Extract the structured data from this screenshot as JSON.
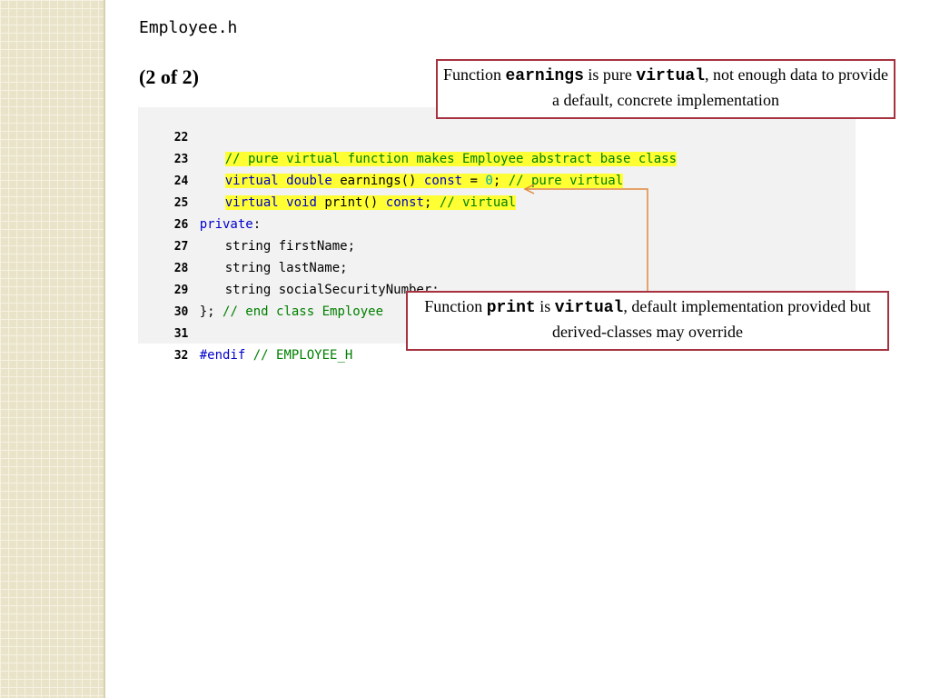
{
  "slide": {
    "title": "Employee.h",
    "subtitle": "(2 of 2)"
  },
  "code": {
    "lines": [
      {
        "no": "22"
      },
      {
        "no": "23",
        "comment": "// pure virtual function makes Employee abstract base class"
      },
      {
        "no": "24",
        "kw1": "virtual",
        "kw2": "double",
        "text": "earnings()",
        "kw3": "const",
        "eq": "=",
        "num": "0",
        "semi": ";",
        "comment": "// pure virtual"
      },
      {
        "no": "25",
        "kw1": "virtual",
        "kw2": "void",
        "text": "print()",
        "kw3": "const",
        "semi": ";",
        "comment": "// virtual"
      },
      {
        "no": "26",
        "kw": "private",
        "text": ":"
      },
      {
        "no": "27",
        "text": "string firstName;"
      },
      {
        "no": "28",
        "text": "string lastName;"
      },
      {
        "no": "29",
        "text": "string socialSecurityNumber;"
      },
      {
        "no": "30",
        "text": "};",
        "comment": "// end class Employee"
      },
      {
        "no": "31"
      },
      {
        "no": "32",
        "kw": "#endif",
        "comment": "// EMPLOYEE_H"
      }
    ]
  },
  "callouts": {
    "top": {
      "prefix": "Function ",
      "code1": "earnings",
      "middle": " is pure ",
      "code2": "virtual",
      "suffix": ", not enough data to provide a default, concrete implementation"
    },
    "bottom": {
      "prefix": "Function ",
      "code1": "print",
      "middle": " is ",
      "code2": "virtual",
      "suffix": ", default implementation provided but derived-classes may override"
    }
  },
  "colors": {
    "keyword": "#0000cc",
    "comment": "#008000",
    "number": "#00aaaa",
    "highlight": "#ffff33",
    "callout_border": "#a63240",
    "arrow": "#e08a3c"
  }
}
